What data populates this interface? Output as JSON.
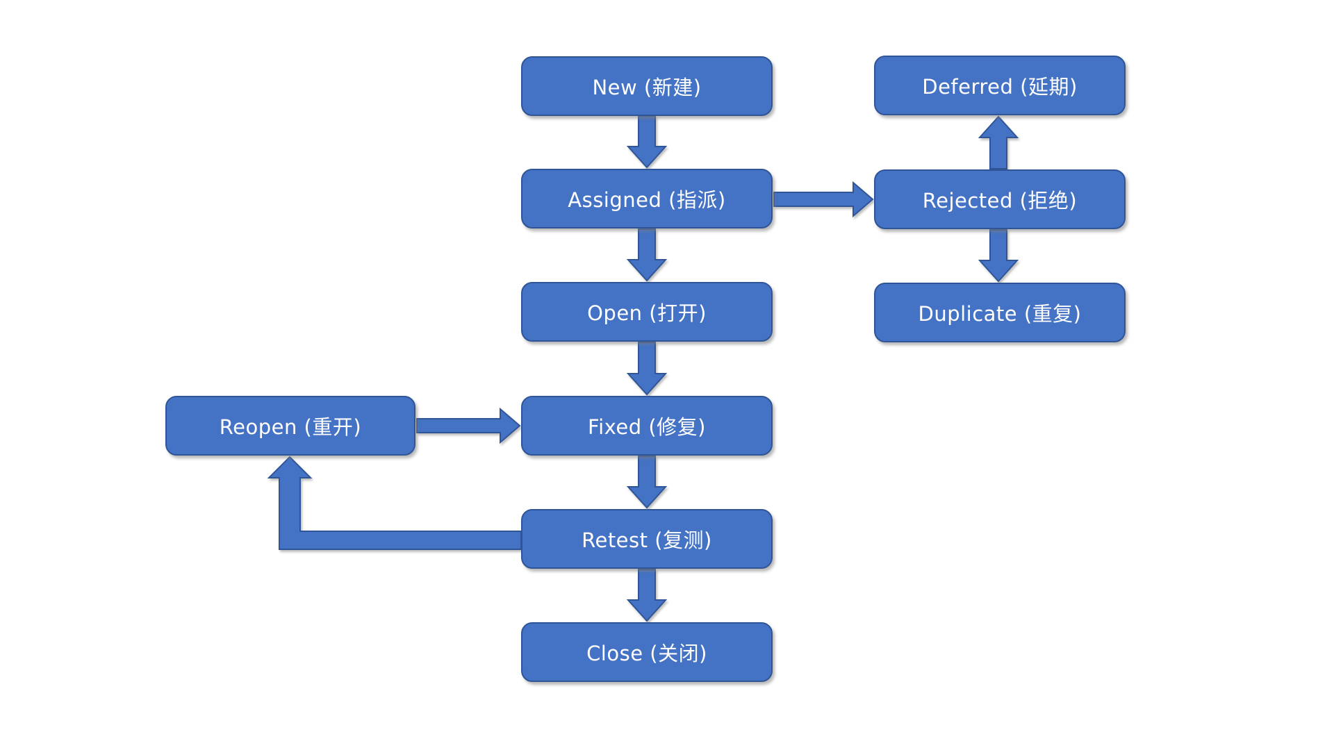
{
  "diagram": {
    "type": "flowchart",
    "description": "Defect lifecycle workflow",
    "colors": {
      "shape_fill": "#4472C4",
      "shape_border": "#2F5597",
      "text": "#FFFFFF",
      "background": "#FFFFFF"
    },
    "nodes": [
      {
        "id": "new",
        "label": "New (新建)"
      },
      {
        "id": "assigned",
        "label": "Assigned (指派)"
      },
      {
        "id": "open",
        "label": "Open (打开)"
      },
      {
        "id": "fixed",
        "label": "Fixed (修复)"
      },
      {
        "id": "retest",
        "label": "Retest (复测)"
      },
      {
        "id": "close",
        "label": "Close (关闭)"
      },
      {
        "id": "deferred",
        "label": "Deferred (延期)"
      },
      {
        "id": "rejected",
        "label": "Rejected (拒绝)"
      },
      {
        "id": "duplicate",
        "label": "Duplicate (重复)"
      },
      {
        "id": "reopen",
        "label": "Reopen (重开)"
      }
    ],
    "edges": [
      {
        "from": "new",
        "to": "assigned",
        "direction": "down"
      },
      {
        "from": "assigned",
        "to": "open",
        "direction": "down"
      },
      {
        "from": "assigned",
        "to": "rejected",
        "direction": "right"
      },
      {
        "from": "rejected",
        "to": "deferred",
        "direction": "up"
      },
      {
        "from": "rejected",
        "to": "duplicate",
        "direction": "down"
      },
      {
        "from": "open",
        "to": "fixed",
        "direction": "down"
      },
      {
        "from": "reopen",
        "to": "fixed",
        "direction": "right"
      },
      {
        "from": "fixed",
        "to": "retest",
        "direction": "down"
      },
      {
        "from": "retest",
        "to": "reopen",
        "direction": "left-up-elbow"
      },
      {
        "from": "retest",
        "to": "close",
        "direction": "down"
      }
    ]
  }
}
